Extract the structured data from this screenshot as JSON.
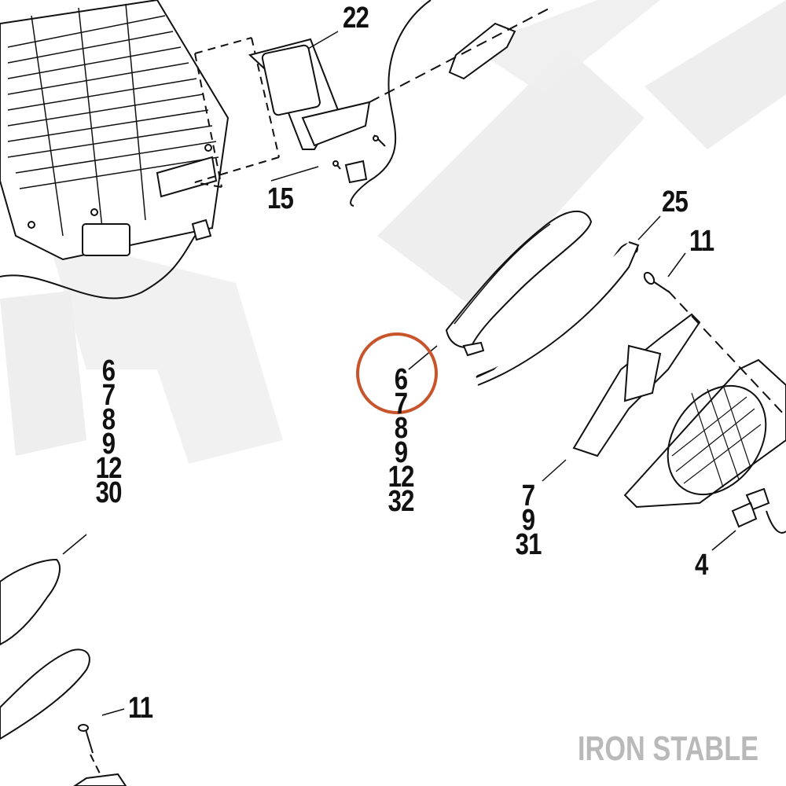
{
  "labels": {
    "l22": "22",
    "l15": "15",
    "l25": "25",
    "l11_top": "11",
    "l11_bottom": "11",
    "l4": "4"
  },
  "stacks": {
    "left": [
      "6",
      "7",
      "8",
      "9",
      "12",
      "30"
    ],
    "center": [
      "6",
      "7",
      "8",
      "9",
      "12",
      "32"
    ],
    "right": [
      "7",
      "9",
      "31"
    ]
  },
  "brand": "IRON STABLE",
  "colors": {
    "highlight_circle": "#c8542b",
    "watermark": "#ececec",
    "brand_text": "#b9b9b9",
    "line_art": "#111111"
  }
}
